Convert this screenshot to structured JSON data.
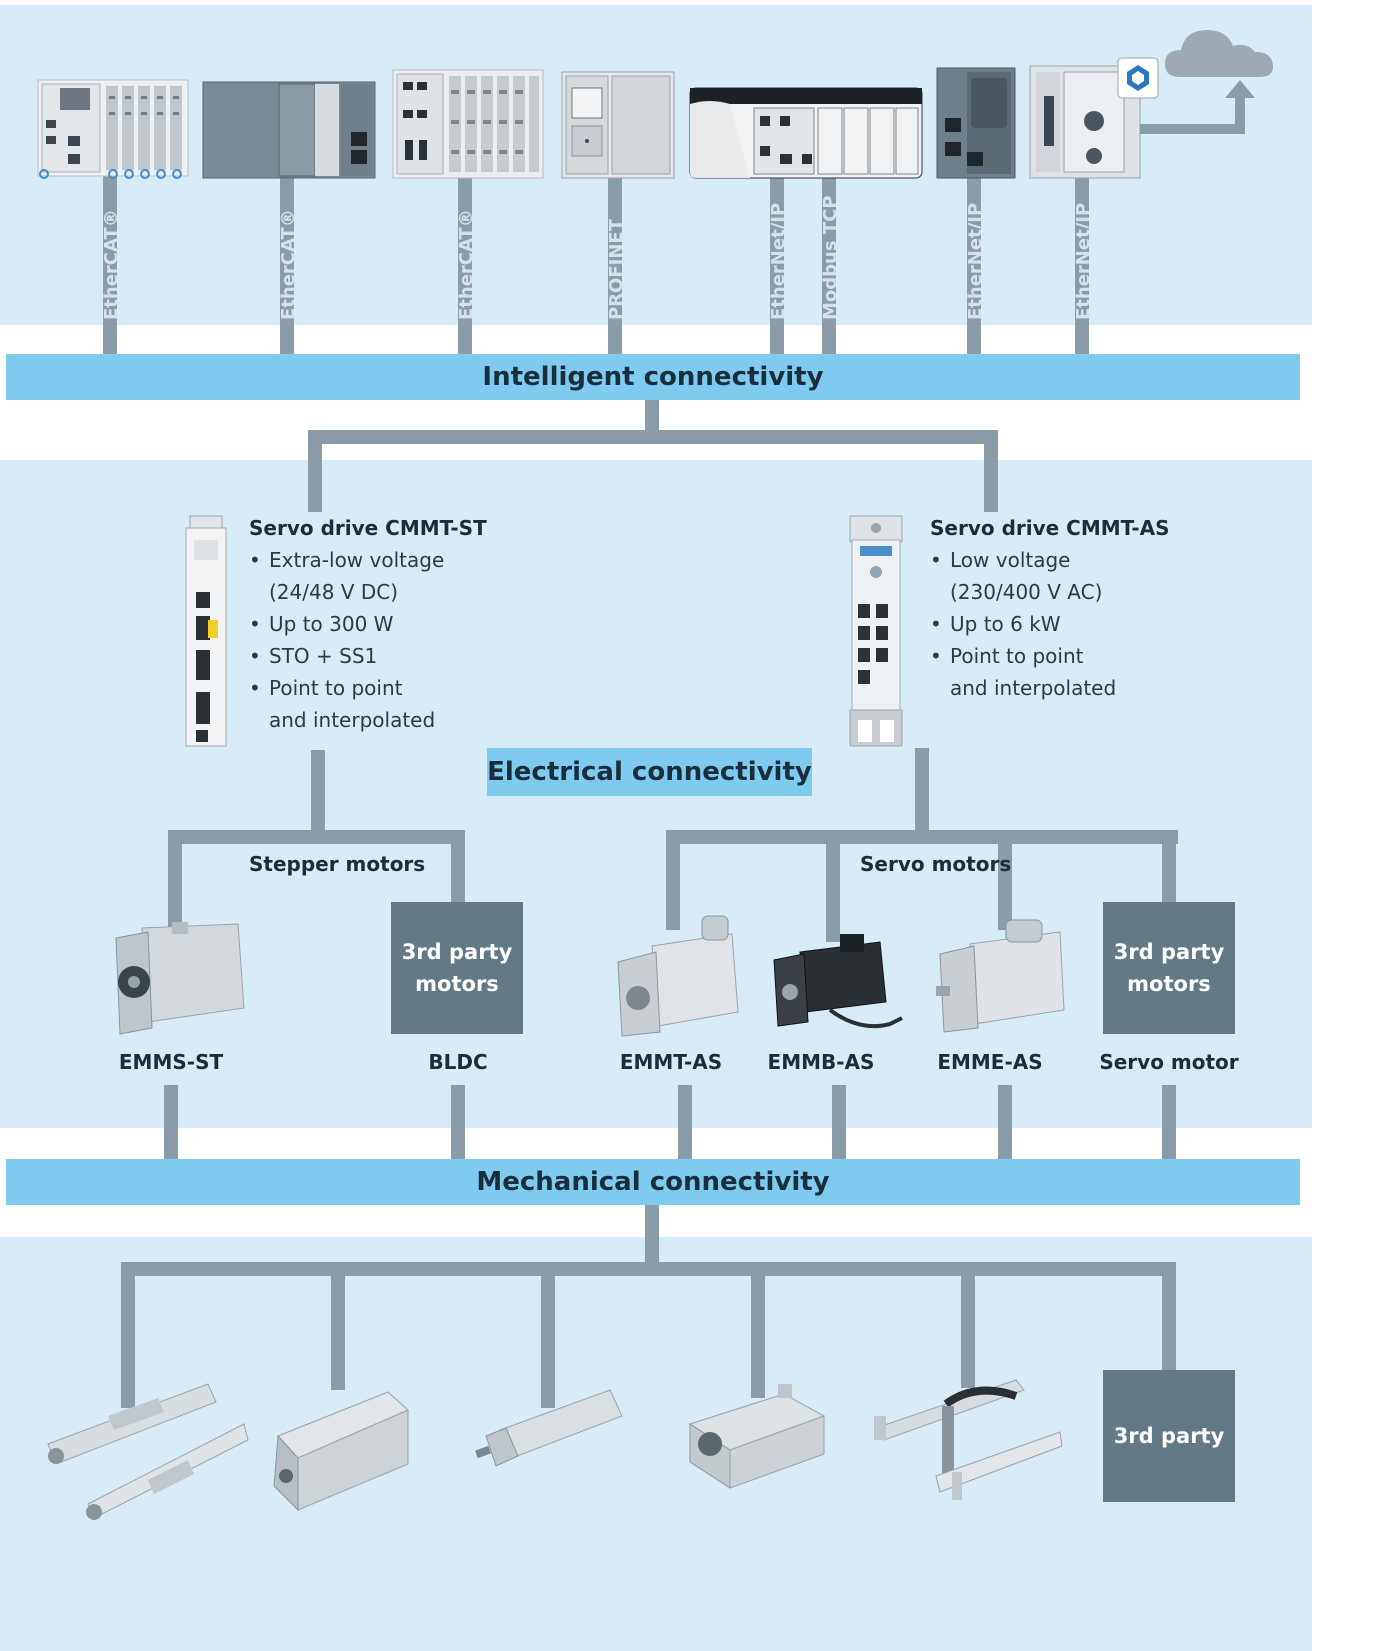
{
  "bars": {
    "intelligent": "Intelligent connectivity",
    "electrical": "Electrical connectivity",
    "mechanical": "Mechanical connectivity"
  },
  "protocols": [
    "EtherCAT®",
    "EtherCAT®",
    "EtherCAT®",
    "PROFINET",
    "EtherNet/IP",
    "Modbus TCP",
    "EtherNet/IP",
    "EtherNet/IP"
  ],
  "drives": {
    "st": {
      "title": "Servo drive CMMT-ST",
      "lines": [
        "Extra-low voltage",
        "(24/48 V DC)",
        "Up to 300 W",
        "STO + SS1",
        "Point to point",
        "and interpolated"
      ]
    },
    "as": {
      "title": "Servo drive CMMT-AS",
      "lines": [
        "Low voltage",
        "(230/400 V AC)",
        "Up to 6 kW",
        "Point to point",
        "and interpolated"
      ]
    }
  },
  "groups": {
    "stepper": "Stepper motors",
    "servo": "Servo motors"
  },
  "third_party": {
    "line1": "3rd party",
    "line2": "motors",
    "mech": "3rd party"
  },
  "motors": [
    "EMMS-ST",
    "BLDC",
    "EMMT-AS",
    "EMMB-AS",
    "EMME-AS",
    "Servo motor"
  ],
  "icons": [
    "controller-icon",
    "cloud-icon",
    "cloud-logo-icon",
    "servo-drive-icon",
    "motor-icon",
    "actuator-icon"
  ]
}
